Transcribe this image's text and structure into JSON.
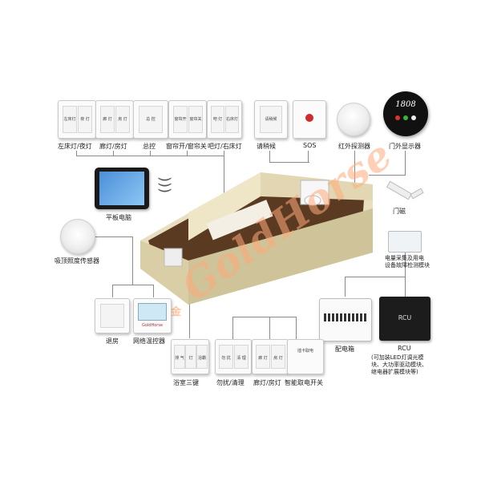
{
  "top_labels": [
    "左床灯/夜灯",
    "廊灯/房灯",
    "总控",
    "窗帘开/窗帘关",
    "吧灯/右床灯",
    "请稍候",
    "SOS",
    "红外探测器",
    "门外显示器"
  ],
  "panel_texts": {
    "p1": [
      "左床灯",
      "夜 灯"
    ],
    "p2": [
      "廊 灯",
      "房 灯"
    ],
    "p3": [
      "总 控"
    ],
    "p4": [
      "窗帘开",
      "窗帘关"
    ],
    "p5": [
      "吧 灯",
      "右床灯"
    ],
    "p6": [
      "请稍候"
    ]
  },
  "door_display_text": "1808",
  "side_labels": {
    "tablet": "平板电脑",
    "ceiling_sensor": "吸顶照度传感器",
    "door_magnet": "门磁",
    "power_module": "电量采集及用电\n设备故障检测模块",
    "dist_box": "配电箱",
    "rcu": "RCU",
    "rcu_note": "(可加装LED灯调光模\n块、大功率驱动模块、\n继电器扩展模块等)"
  },
  "bottom_labels": [
    "退房",
    "网络温控器",
    "浴室三键",
    "勿扰/清理",
    "廊灯/房灯",
    "智能取电开关"
  ],
  "bottom_panel_texts": {
    "thermo_brand": "GoldHorse",
    "bath": [
      "排 气",
      "灯",
      "浴霸"
    ],
    "dnd": [
      "勿 扰",
      "清 理"
    ],
    "corr": [
      "廊 灯",
      "房 灯"
    ],
    "card": "插卡取电"
  },
  "watermark": "GoldHorse",
  "watermark_char": "金",
  "colors": {
    "sos_red": "#d22a2a",
    "floor": "#5b3a22",
    "wall": "#efe6c8",
    "line": "#8a8a8a",
    "watermark": "#ffaa78"
  }
}
